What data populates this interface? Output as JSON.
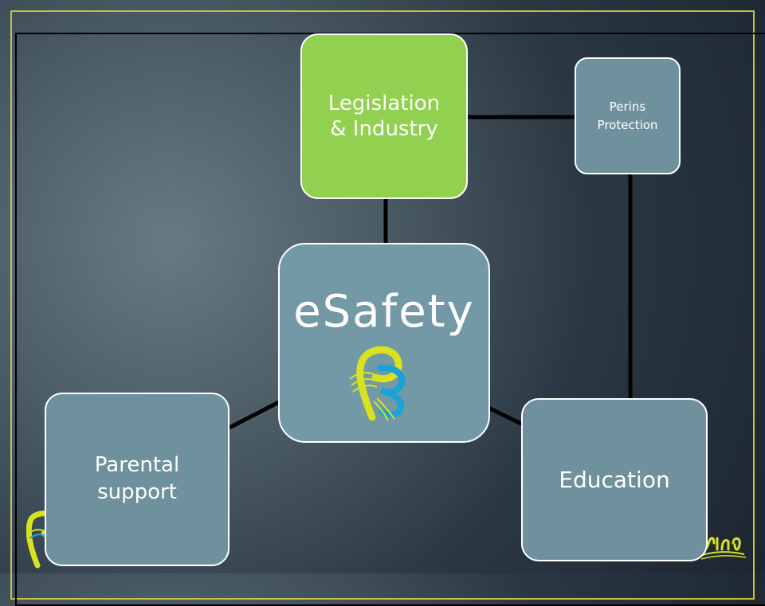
{
  "diagram": {
    "center": {
      "label": "eSafety"
    },
    "nodes": {
      "legislation": {
        "label_line1": "Legislation",
        "label_line2": "& Industry"
      },
      "perins": {
        "label_line1": "Perins",
        "label_line2": "Protection"
      },
      "parental": {
        "label_line1": "Parental",
        "label_line2": "support"
      },
      "education": {
        "label": "Education"
      }
    },
    "connections": [
      [
        "eSafety",
        "Legislation & Industry"
      ],
      [
        "Legislation & Industry",
        "Perins Protection"
      ],
      [
        "Perins Protection",
        "Education"
      ],
      [
        "eSafety",
        "Education"
      ],
      [
        "eSafety",
        "Parental support"
      ]
    ]
  },
  "colors": {
    "legislation_fill": "#92d050",
    "node_fill": "#6f919d",
    "center_fill": "#7499a6",
    "frame_gold": "#c9c236",
    "logo_yellow": "#d8e21e",
    "logo_blue": "#1aa3d8"
  },
  "logos": {
    "center_logo": "perins-logo",
    "corner_logo": "perins-logo-partial"
  }
}
